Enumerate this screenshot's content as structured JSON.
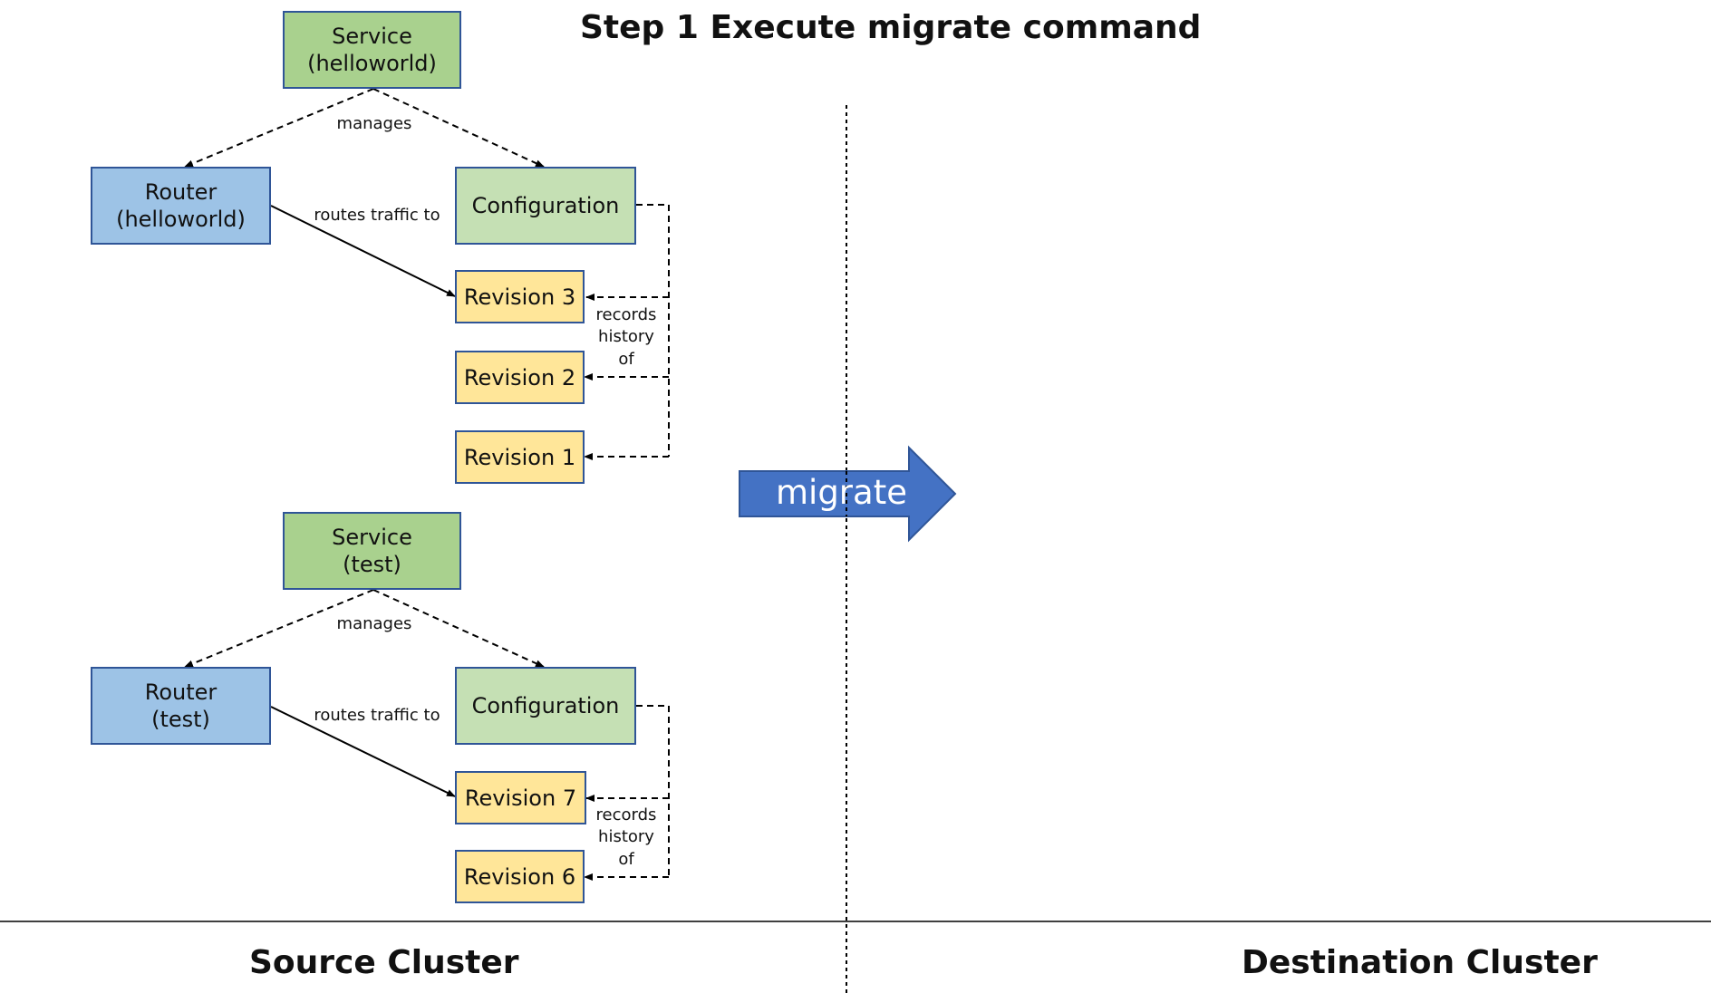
{
  "title": "Step 1 Execute migrate command",
  "groups": [
    {
      "service": "Service\n(helloworld)",
      "router": "Router\n(helloworld)",
      "configuration": "Configuration",
      "manages_label": "manages",
      "routes_label": "routes traffic to",
      "records_label": "records\nhistory\nof",
      "revisions": [
        "Revision 3",
        "Revision 2",
        "Revision 1"
      ]
    },
    {
      "service": "Service\n(test)",
      "router": "Router\n(test)",
      "configuration": "Configuration",
      "manages_label": "manages",
      "routes_label": "routes traffic to",
      "records_label": "records\nhistory\nof",
      "revisions": [
        "Revision 7",
        "Revision 6"
      ]
    }
  ],
  "migrate_label": "migrate",
  "source_cluster": "Source Cluster",
  "destination_cluster": "Destination Cluster",
  "colors": {
    "service": "#a9d18e",
    "configuration": "#c5e0b4",
    "router": "#9dc3e6",
    "revision": "#ffe699",
    "border": "#2f5597",
    "arrow": "#4472c4"
  }
}
